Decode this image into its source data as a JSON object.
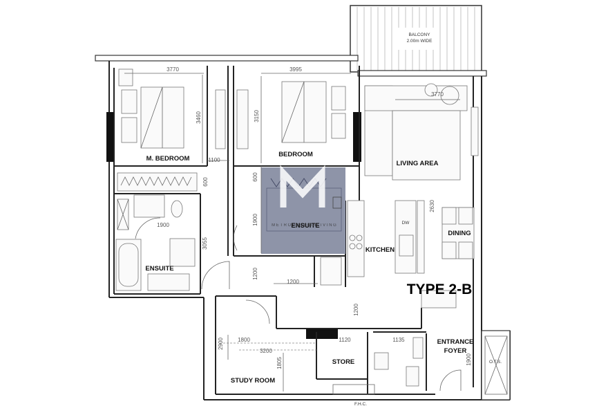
{
  "plan_title": "TYPE 2-B",
  "watermark_text": "M E T R O P O L I T A N   L I V I N G",
  "colors": {
    "highlight": "#8e94a8",
    "wall": "#222222",
    "glass": "#111111"
  },
  "rooms": {
    "master_bedroom": "M. BEDROOM",
    "bedroom": "BEDROOM",
    "living_area": "LIVING AREA",
    "balcony": "BALCONY",
    "balcony_width": "2.00m WIDE",
    "ensuite_highlighted": "ENSUITE",
    "kitchen": "KITCHEN",
    "dining": "DINING",
    "ensuite_master": "ENSUITE",
    "study_room": "STUDY ROOM",
    "store": "STORE",
    "entrance_foyer_line1": "ENTRANCE",
    "entrance_foyer_line2": "FOYER",
    "ots": "O.T.S.",
    "fhc": "F.H.C.",
    "dw": "DW"
  },
  "dimensions": {
    "mbed_width": "3770",
    "mbed_height": "3460",
    "bed_width": "3995",
    "bed_height": "3150",
    "living_width": "3770",
    "corridor_1100": "1100",
    "d_600a": "600",
    "d_600b": "600",
    "d_1900a": "1900",
    "d_1900b": "1900",
    "d_1900c": "1900",
    "d_3055": "3055",
    "d_1200a": "1200",
    "d_1200b": "1200",
    "d_1200c": "1200",
    "d_2630": "2630",
    "d_2900": "2900",
    "d_1800": "1800",
    "d_3200": "3200",
    "d_1805": "1805",
    "d_1120": "1120",
    "d_1135": "1135"
  }
}
